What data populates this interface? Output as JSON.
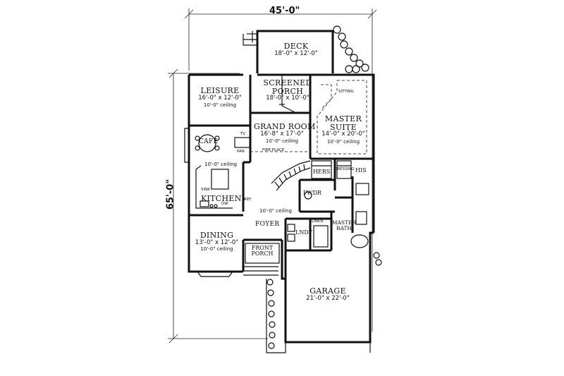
{
  "dimensions": {
    "width": "45'-0\"",
    "depth": "65'-0\""
  },
  "rooms": {
    "deck": {
      "name": "DECK",
      "size": "18'-0\" x 12'-0\""
    },
    "screened_porch": {
      "name_line1": "SCREENED",
      "name_line2": "PORCH",
      "size": "18'-0\" x 10'-0\""
    },
    "leisure": {
      "name": "LEISURE",
      "size": "16'-0\" x 12'-0\"",
      "ceiling": "10'-0\" ceiling"
    },
    "sitting": {
      "name": "SITTING"
    },
    "master_suite": {
      "name_line1": "MASTER",
      "name_line2": "SUITE",
      "size": "14'-0\" x 20'-0\"",
      "ceiling": "10'-0\" ceiling"
    },
    "grand_room": {
      "name": "GRAND ROOM",
      "size": "16'-8\" x 17'-0\"",
      "ceiling": "10'-0\" ceiling"
    },
    "cafe": {
      "name": "CAFE"
    },
    "kitchen": {
      "name": "KITCHEN",
      "ceiling": "10'-0\" ceiling"
    },
    "hers": {
      "name": "HERS"
    },
    "his": {
      "name": "HIS"
    },
    "pwdr": {
      "name": "PWDR"
    },
    "dining": {
      "name": "DINING",
      "size": "13'-0\" x 12'-0\"",
      "ceiling": "10'-0\" ceiling"
    },
    "foyer": {
      "name": "FOYER",
      "ceiling": "10'-0\" ceiling"
    },
    "lndy": {
      "name": "LNDY"
    },
    "master_bath": {
      "name_line1": "MASTER",
      "name_line2": "BATH"
    },
    "front_porch": {
      "name_line1": "FRONT",
      "name_line2": "PORCH"
    },
    "garage": {
      "name": "GARAGE",
      "size": "21'-0\" x 22'-0\""
    }
  },
  "fixtures": {
    "fireplace": "FIRE PLACE",
    "tv": "TV",
    "pantry": "PAN",
    "refrigerator": "REF",
    "dressing": "DRESSING",
    "linen": "LINEN",
    "sink": "SINK",
    "dw": "DW"
  }
}
